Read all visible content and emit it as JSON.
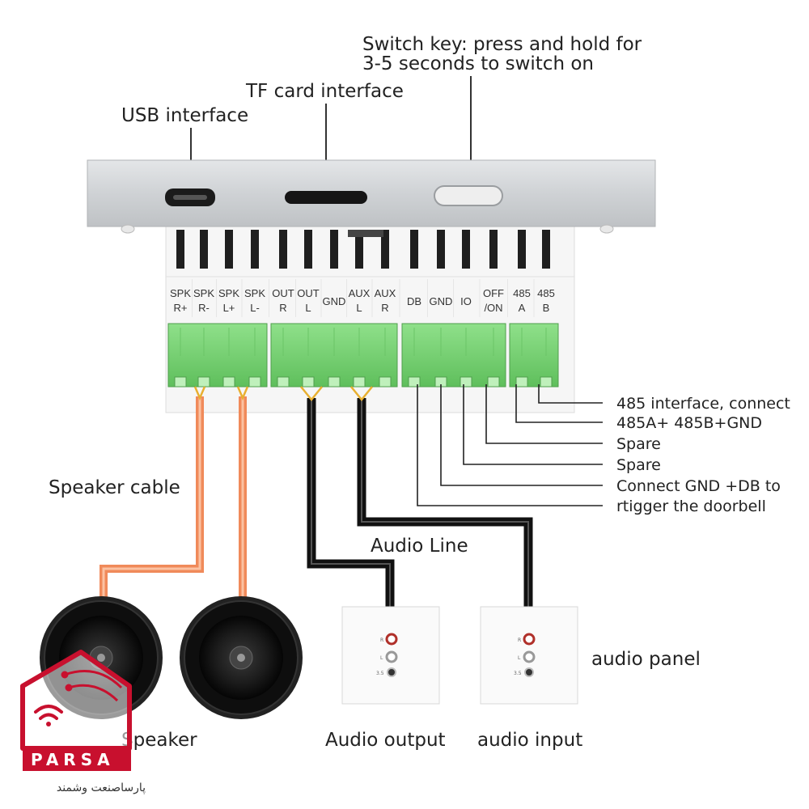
{
  "callouts": {
    "switch_line1": "Switch key: press and hold for",
    "switch_line2": "3-5 seconds to switch on",
    "tf_card": "TF card interface",
    "usb": "USB interface"
  },
  "terminals": [
    {
      "top": "SPK",
      "bottom": "R+"
    },
    {
      "top": "SPK",
      "bottom": "R-"
    },
    {
      "top": "SPK",
      "bottom": "L+"
    },
    {
      "top": "SPK",
      "bottom": "L-"
    },
    {
      "top": "OUT",
      "bottom": "R"
    },
    {
      "top": "OUT",
      "bottom": "L"
    },
    {
      "top": "GND",
      "bottom": ""
    },
    {
      "top": "AUX",
      "bottom": "L"
    },
    {
      "top": "AUX",
      "bottom": "R"
    },
    {
      "top": "DB",
      "bottom": ""
    },
    {
      "top": "GND",
      "bottom": ""
    },
    {
      "top": "IO",
      "bottom": ""
    },
    {
      "top": "OFF",
      "bottom": "/ON"
    },
    {
      "top": "485",
      "bottom": "A"
    },
    {
      "top": "485",
      "bottom": "B"
    }
  ],
  "right_notes": [
    "485 interface, connect",
    "485A+ 485B+GND",
    "Spare",
    "Spare",
    "Connect  GND +DB to",
    "rtigger the doorbell"
  ],
  "labels": {
    "speaker_cable": "Speaker cable",
    "audio_line": "Audio Line",
    "audio_panel": "audio panel",
    "speaker": "Speaker",
    "audio_output": "Audio output",
    "audio_input": "audio input"
  },
  "panel_jack_labels": [
    "R",
    "L",
    "3.5"
  ],
  "watermark": {
    "latin": "PARSA",
    "persian": "پارساصنعت وشمند"
  },
  "colors": {
    "speaker_cable": "#f08a5a",
    "audio_cable": "#111111",
    "terminal_green": "#7fd47a",
    "device_silver": "#d6d8da",
    "watermark_red": "#c8102e"
  }
}
